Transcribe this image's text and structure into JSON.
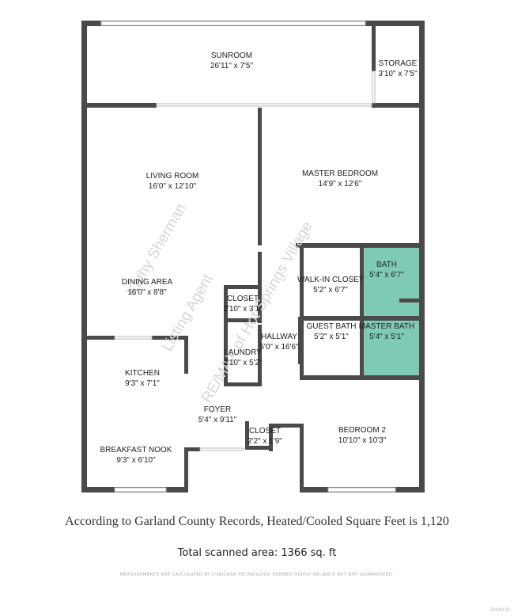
{
  "rooms": [
    {
      "name": "SUNROOM",
      "dims": "26'11\" x 7'5\""
    },
    {
      "name": "STORAGE",
      "dims": "3'10\" x 7'5\""
    },
    {
      "name": "LIVING ROOM",
      "dims": "16'0\" x 12'10\""
    },
    {
      "name": "MASTER BEDROOM",
      "dims": "14'9\" x 12'6\""
    },
    {
      "name": "BATH",
      "dims": "5'4\" x 6'7\""
    },
    {
      "name": "WALK-IN CLOSET",
      "dims": "5'2\" x 6'7\""
    },
    {
      "name": "DINING AREA",
      "dims": "16'0\" x 8'8\""
    },
    {
      "name": "CLOSET",
      "dims": "2'10\" x 3'1\""
    },
    {
      "name": "GUEST BATH",
      "dims": "5'2\" x 5'1\""
    },
    {
      "name": "MASTER BATH",
      "dims": "5'4\" x 5'1\""
    },
    {
      "name": "HALLWAY",
      "dims": "5'0\" x 16'6\""
    },
    {
      "name": "LAUNDRY",
      "dims": "2'10\" x 5'2\""
    },
    {
      "name": "KITCHEN",
      "dims": "9'3\" x 7'1\""
    },
    {
      "name": "FOYER",
      "dims": "5'4\" x 9'11\""
    },
    {
      "name": "CLOSET",
      "dims": "2'2\" x 1'9\""
    },
    {
      "name": "BEDROOM 2",
      "dims": "10'10\" x 10'3\""
    },
    {
      "name": "BREAKFAST NOOK",
      "dims": "9'3\" x 6'10\""
    }
  ],
  "watermark": {
    "line1": "Kathy Sherman",
    "line2": "Listing Agent",
    "line3": "RE/MAX of Hot Springs Village"
  },
  "colors": {
    "wall": "#4a4a4a",
    "bath_fill": "#7ecab5",
    "window": "#b8b8b8"
  },
  "footer": {
    "county_text": "According to Garland County Records, Heated/Cooled Square Feet is 1,120",
    "total_area": "Total scanned area: 1366 sq. ft",
    "disclaimer": "MEASUREMENTS ARE CALCULATED BY CUBICASA TECHNOLOGY. DEEMED HIGHLY RELIABLE BUT NOT GUARANTEED.",
    "stamp": "ENUM B"
  }
}
